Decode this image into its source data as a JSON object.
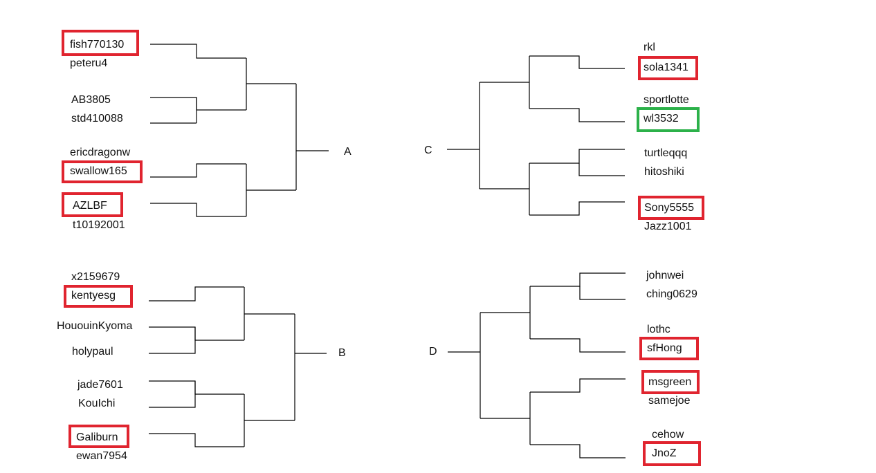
{
  "colors": {
    "line": "#000000",
    "highlight_red": "#e0242f",
    "highlight_green": "#2cb14a"
  },
  "groups": {
    "a": {
      "label": "A",
      "players": [
        "fish770130",
        "peteru4",
        "AB3805",
        "std410088",
        "ericdragonw",
        "swallow165",
        "AZLBF",
        "t10192001"
      ]
    },
    "b": {
      "label": "B",
      "players": [
        "x2159679",
        "kentyesg",
        "HououinKyoma",
        "holypaul",
        "jade7601",
        "KouIchi",
        "Galiburn",
        "ewan7954"
      ]
    },
    "c": {
      "label": "C",
      "players": [
        "rkl",
        "sola1341",
        "sportlotte",
        "wl3532",
        "turtleqqq",
        "hitoshiki",
        "Sony5555",
        "Jazz1001"
      ]
    },
    "d": {
      "label": "D",
      "players": [
        "johnwei",
        "ching0629",
        "lothc",
        "sfHong",
        "msgreen",
        "samejoe",
        "cehow",
        "JnoZ"
      ]
    }
  },
  "highlights": [
    {
      "player": "fish770130",
      "color": "red"
    },
    {
      "player": "swallow165",
      "color": "red"
    },
    {
      "player": "AZLBF",
      "color": "red"
    },
    {
      "player": "kentyesg",
      "color": "red"
    },
    {
      "player": "Galiburn",
      "color": "red"
    },
    {
      "player": "sola1341",
      "color": "red"
    },
    {
      "player": "wl3532",
      "color": "green"
    },
    {
      "player": "Sony5555",
      "color": "red"
    },
    {
      "player": "sfHong",
      "color": "red"
    },
    {
      "player": "msgreen",
      "color": "red"
    },
    {
      "player": "JnoZ",
      "color": "red"
    }
  ]
}
